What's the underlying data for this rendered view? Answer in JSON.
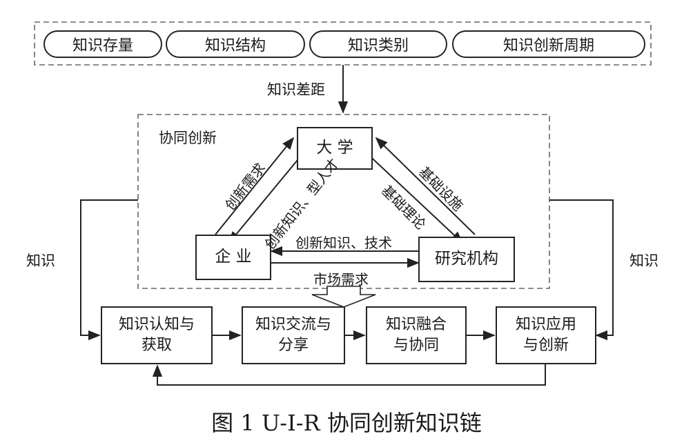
{
  "knowledge_attributes": [
    "知识存量",
    "知识结构",
    "知识类别",
    "知识创新周期"
  ],
  "knowledge_gap_label": "知识差距",
  "collab_region_label": "协同创新",
  "entities": {
    "university": "大 学",
    "enterprise": "企 业",
    "research_institute": "研究机构"
  },
  "flows": {
    "enterprise_to_university": "创新需求",
    "university_to_enterprise": "创新知识、型人才",
    "institute_to_university": "基础设施",
    "university_to_institute": "基础理论",
    "institute_to_enterprise": "创新知识、技术",
    "market_demand": "市场需求"
  },
  "side_knowledge_left": "知识",
  "side_knowledge_right": "知识",
  "process_steps": [
    "知识认知与获取",
    "知识交流与分享",
    "知识融合与协同",
    "知识应用与创新"
  ],
  "caption": "图 1 U-I-R 协同创新知识链"
}
